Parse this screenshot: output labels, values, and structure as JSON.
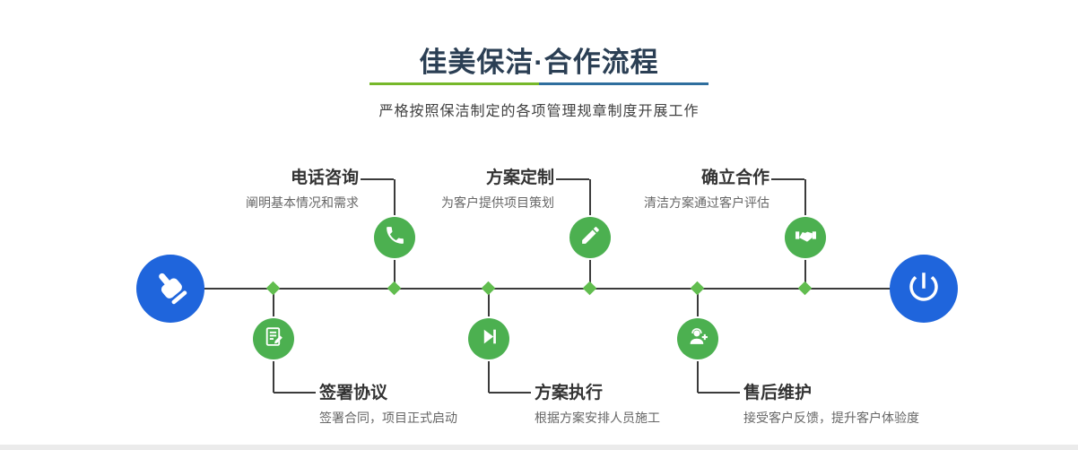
{
  "header": {
    "title": "佳美保洁·合作流程",
    "subtitle": "严格按照保洁制定的各项管理规章制度开展工作"
  },
  "colors": {
    "title": "#2b3f54",
    "divider_green": "#76b82a",
    "divider_blue": "#2f6e9e",
    "step_green": "#4cb050",
    "diamond_green": "#61bd4f",
    "endpoint_blue": "#1f65dc",
    "line": "#3b3b3b"
  },
  "timeline": {
    "start_icon": "pointing-hand-icon",
    "end_icon": "power-icon"
  },
  "steps": [
    {
      "title": "电话咨询",
      "desc": "阐明基本情况和需求",
      "icon": "phone-icon"
    },
    {
      "title": "方案定制",
      "desc": "为客户提供项目策划",
      "icon": "design-pen-icon"
    },
    {
      "title": "确立合作",
      "desc": "清洁方案通过客户评估",
      "icon": "handshake-icon"
    },
    {
      "title": "签署协议",
      "desc": "签署合同，项目正式启动",
      "icon": "contract-icon"
    },
    {
      "title": "方案执行",
      "desc": "根据方案安排人员施工",
      "icon": "play-icon"
    },
    {
      "title": "售后维护",
      "desc": "接受客户反馈，提升客户体验度",
      "icon": "customer-service-icon"
    }
  ]
}
